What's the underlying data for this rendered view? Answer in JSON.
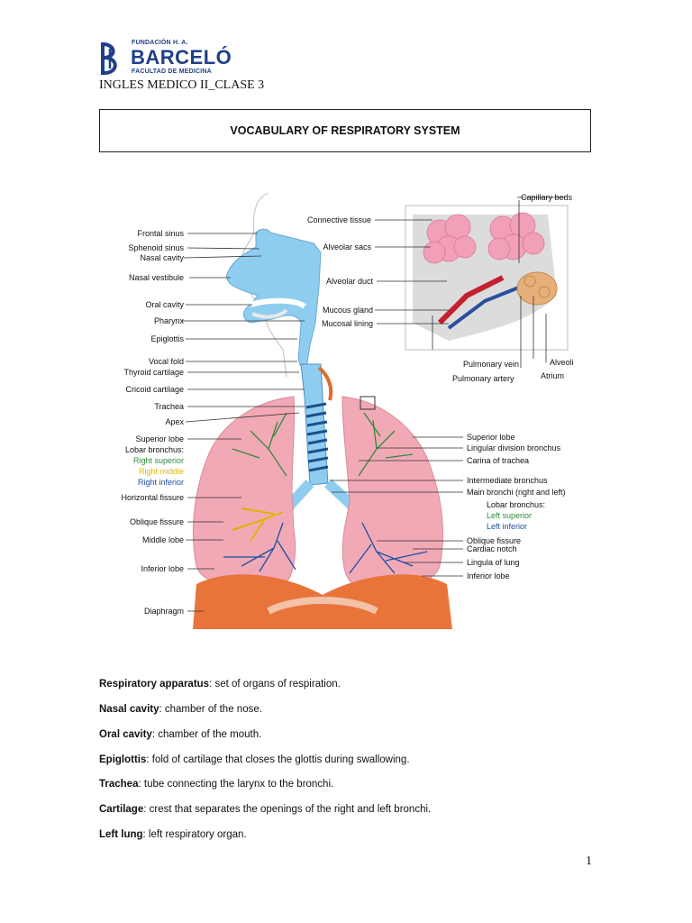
{
  "logo": {
    "top_text": "FUNDACIÓN H. A.",
    "name": "BARCELÓ",
    "bottom_text": "FACULTAD DE MEDICINA"
  },
  "course": "INGLES MEDICO II_CLASE 3",
  "title": "VOCABULARY OF RESPIRATORY SYSTEM",
  "diagram": {
    "left_labels": {
      "frontal_sinus": "Frontal sinus",
      "sphenoid_sinus": "Sphenoid sinus",
      "nasal_cavity": "Nasal cavity",
      "nasal_vestibule": "Nasal vestibule",
      "oral_cavity": "Oral cavity",
      "pharynx": "Pharynx",
      "epiglottis": "Epiglottis",
      "vocal_fold": "Vocal fold",
      "thyroid_cartilage": "Thyroid cartilage",
      "cricoid_cartilage": "Cricoid cartilage",
      "trachea": "Trachea",
      "apex": "Apex",
      "superior_lobe": "Superior lobe",
      "lobar_bronchus": "Lobar bronchus:",
      "right_superior": "Right superior",
      "right_middle": "Right middle",
      "right_inferior": "Right inferior",
      "horizontal_fissure": "Horizontal fissure",
      "oblique_fissure": "Oblique fissure",
      "middle_lobe": "Middle lobe",
      "inferior_lobe": "Inferior lobe",
      "diaphragm": "Diaphragm"
    },
    "inset_labels": {
      "capillary_beds": "Capillary beds",
      "connective_tissue": "Connective tissue",
      "alveolar_sacs": "Alveolar sacs",
      "alveolar_duct": "Alveolar duct",
      "mucous_gland": "Mucous gland",
      "mucosal_lining": "Mucosal lining",
      "pulmonary_vein": "Pulmonary vein",
      "pulmonary_artery": "Pulmonary artery",
      "alveoli": "Alveoli",
      "atrium": "Atrium"
    },
    "right_labels": {
      "superior_lobe": "Superior lobe",
      "lingular_division_bronchus": "Lingular division bronchus",
      "carina_of_trachea": "Carina of trachea",
      "intermediate_bronchus": "Intermediate bronchus",
      "main_bronchi": "Main bronchi (right and left)",
      "lobar_bronchus": "Lobar bronchus:",
      "left_superior": "Left superior",
      "left_inferior": "Left inferior",
      "oblique_fissure": "Oblique fissure",
      "cardiac_notch": "Cardiac notch",
      "lingula_of_lung": "Lingula of lung",
      "inferior_lobe": "Inferior lobe"
    },
    "colors": {
      "right_superior": "#2e8b3a",
      "right_middle": "#e0b400",
      "right_inferior": "#1d4fa0",
      "left_superior": "#2e8b3a",
      "left_inferior": "#1d4fa0"
    }
  },
  "vocabulary": [
    {
      "term": "Respiratory apparatus",
      "definition": ": set of organs of respiration."
    },
    {
      "term": "Nasal cavity",
      "definition": ": chamber of the nose."
    },
    {
      "term": "Oral cavity",
      "definition": ": chamber of the mouth."
    },
    {
      "term": "Epiglottis",
      "definition": ": fold of cartilage that closes the glottis during swallowing."
    },
    {
      "term": "Trachea",
      "definition": ": tube connecting the larynx to the bronchi."
    },
    {
      "term": "Cartilage",
      "definition": ": crest that separates the openings of the right and left bronchi."
    },
    {
      "term": "Left lung",
      "definition": ": left respiratory organ."
    }
  ],
  "page_number": "1"
}
